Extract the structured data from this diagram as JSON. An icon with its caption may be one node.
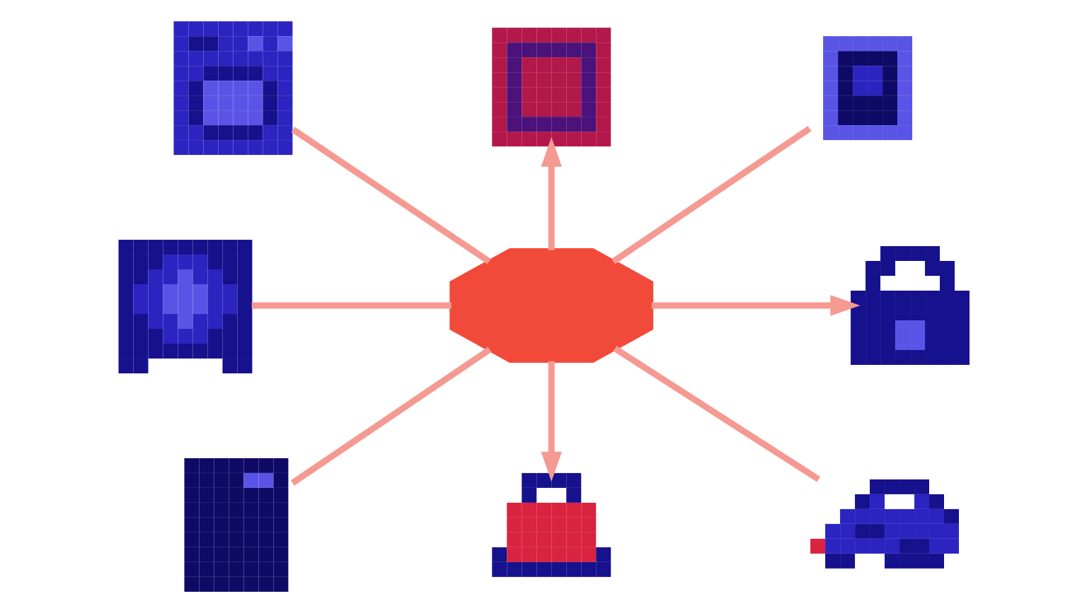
{
  "diagram": {
    "nodes": [
      {
        "text": [],
        "shape": "picture"
      },
      {
        "text": [],
        "shape": "picture"
      },
      {
        "text": [],
        "shape": "picture"
      },
      {
        "text": [],
        "shape": "picture"
      },
      {
        "text": [],
        "shape": "box"
      },
      {
        "text": [],
        "shape": "picture"
      },
      {
        "text": [],
        "shape": "picture"
      },
      {
        "text": [],
        "shape": "picture"
      },
      {
        "text": [],
        "shape": "picture"
      }
    ],
    "edges": [
      {
        "from": 4,
        "to": 0,
        "arrow": "to"
      },
      {
        "from": 4,
        "to": 1,
        "arrow": "none"
      },
      {
        "from": 4,
        "to": 2,
        "arrow": "none"
      },
      {
        "from": 3,
        "to": 4,
        "arrow": "none"
      },
      {
        "from": 4,
        "to": 5,
        "arrow": "to"
      },
      {
        "from": 4,
        "to": 6,
        "arrow": "none"
      },
      {
        "from": 4,
        "to": 7,
        "arrow": "none"
      },
      {
        "from": 4,
        "to": 8,
        "arrow": "to"
      }
    ]
  }
}
